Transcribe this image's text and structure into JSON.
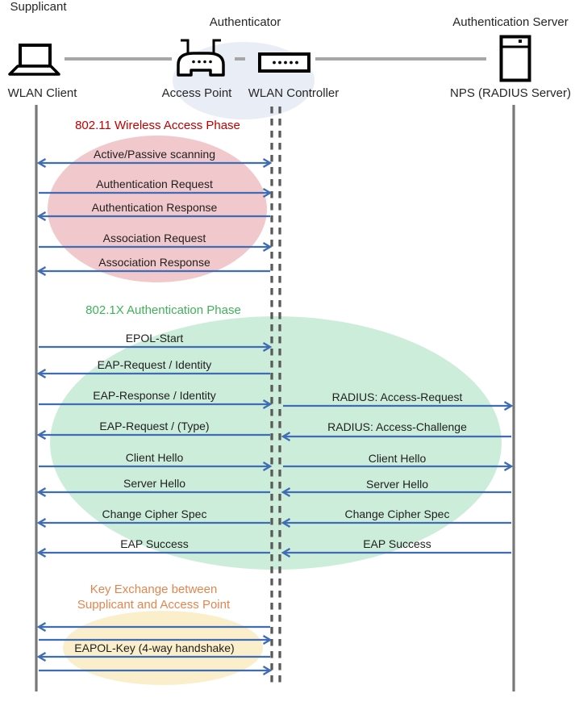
{
  "actors": {
    "roles": [
      "Supplicant",
      "Authenticator",
      "Authentication Server"
    ],
    "devices": [
      "WLAN Client",
      "Access Point",
      "WLAN Controller",
      "NPS (RADIUS Server)"
    ],
    "icons": [
      "laptop-icon",
      "access-point-icon",
      "wlan-controller-icon",
      "server-icon"
    ]
  },
  "phases": [
    {
      "title": "802.11 Wireless Access Phase"
    },
    {
      "title": "802.1X Authentication Phase"
    },
    {
      "title": "Key Exchange between\nSupplicant and Access Point"
    }
  ],
  "messages": [
    {
      "label": "Active/Passive scanning",
      "from": "WLAN Client",
      "to": "WLAN Controller",
      "direction": "both"
    },
    {
      "label": "Authentication Request",
      "from": "WLAN Client",
      "to": "WLAN Controller",
      "direction": "right"
    },
    {
      "label": "Authentication Response",
      "from": "WLAN Controller",
      "to": "WLAN Client",
      "direction": "left"
    },
    {
      "label": "Association Request",
      "from": "WLAN Client",
      "to": "WLAN Controller",
      "direction": "right"
    },
    {
      "label": "Association Response",
      "from": "WLAN Controller",
      "to": "WLAN Client",
      "direction": "left"
    },
    {
      "label": "EPOL-Start",
      "from": "WLAN Client",
      "to": "WLAN Controller",
      "direction": "right"
    },
    {
      "label": "EAP-Request / Identity",
      "from": "WLAN Controller",
      "to": "WLAN Client",
      "direction": "left"
    },
    {
      "label": "EAP-Response / Identity",
      "from": "WLAN Client",
      "to": "WLAN Controller",
      "direction": "right"
    },
    {
      "label": "RADIUS: Access-Request",
      "from": "WLAN Controller",
      "to": "NPS (RADIUS Server)",
      "direction": "right"
    },
    {
      "label": "EAP-Request / (Type)",
      "from": "WLAN Controller",
      "to": "WLAN Client",
      "direction": "left"
    },
    {
      "label": "RADIUS: Access-Challenge",
      "from": "NPS (RADIUS Server)",
      "to": "WLAN Controller",
      "direction": "left"
    },
    {
      "label": "Client Hello",
      "from": "WLAN Client",
      "to": "WLAN Controller",
      "direction": "right"
    },
    {
      "label": "Client Hello",
      "from": "WLAN Controller",
      "to": "NPS (RADIUS Server)",
      "direction": "right"
    },
    {
      "label": "Server Hello",
      "from": "WLAN Controller",
      "to": "WLAN Client",
      "direction": "left"
    },
    {
      "label": "Server Hello",
      "from": "NPS (RADIUS Server)",
      "to": "WLAN Controller",
      "direction": "left"
    },
    {
      "label": "Change Cipher Spec",
      "from": "WLAN Controller",
      "to": "WLAN Client",
      "direction": "left"
    },
    {
      "label": "Change Cipher Spec",
      "from": "NPS (RADIUS Server)",
      "to": "WLAN Controller",
      "direction": "left"
    },
    {
      "label": "EAP Success",
      "from": "WLAN Controller",
      "to": "WLAN Client",
      "direction": "left"
    },
    {
      "label": "EAP Success",
      "from": "NPS (RADIUS Server)",
      "to": "WLAN Controller",
      "direction": "left"
    },
    {
      "label": "EAPOL-Key (4-way handshake)",
      "from": "WLAN Client",
      "to": "WLAN Controller",
      "direction": "both"
    }
  ],
  "colors": {
    "arrow": "#3e6db5",
    "text": "#1f1f1f",
    "lifeline": "#787878",
    "lifeline_dashed": "#5a5a5a",
    "connector": "#a6a6a6",
    "phase1": "#c00000",
    "phase2": "#3fb257",
    "phase3": "#e5854e",
    "ellipse1": "#f1c9cc",
    "ellipse2": "#ccedd9",
    "ellipse3": "#fbeeca",
    "group": "#e9edf6"
  }
}
